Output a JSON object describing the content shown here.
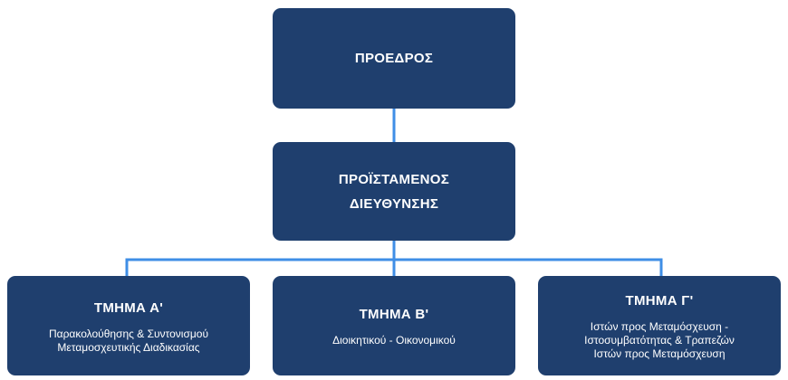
{
  "chart": {
    "president": {
      "title": "ΠΡΟΕΔΡΟΣ"
    },
    "director": {
      "title_line1": "ΠΡΟΪΣΤΑΜΕΝΟΣ",
      "title_line2": "ΔΙΕΥΘΥΝΣΗΣ"
    },
    "departments": [
      {
        "title": "ΤΜΗΜΑ Α'",
        "desc_line1": "Παρακολούθησης & Συντονισμού",
        "desc_line2": "Μεταμοσχευτικής Διαδικασίας"
      },
      {
        "title": "ΤΜΗΜΑ Β'",
        "desc_line1": "Διοικητικού - Οικονομικού"
      },
      {
        "title": "ΤΜΗΜΑ Γ'",
        "desc_line1": "Ιστών προς Μεταμόσχευση -",
        "desc_line2": "Ιστοσυμβατότητας & Τραπεζών",
        "desc_line3": "Ιστών προς Μεταμόσχευση"
      }
    ]
  },
  "colors": {
    "box_fill": "#1f3f6e",
    "connector": "#3f8ee6",
    "text": "#ffffff"
  }
}
